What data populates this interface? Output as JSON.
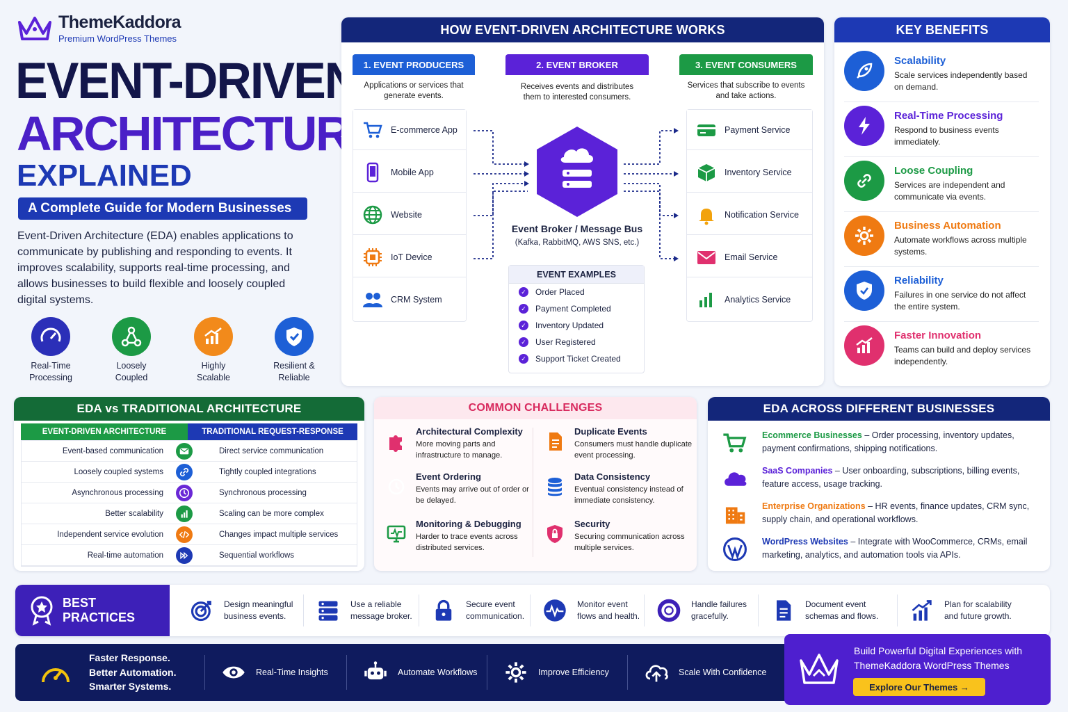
{
  "brand": {
    "name": "ThemeKaddora",
    "tagline": "Premium WordPress Themes"
  },
  "hero": {
    "line1": "EVENT-DRIVEN",
    "line2": "ARCHITECTURE",
    "line3": "EXPLAINED",
    "subtitle": "A Complete Guide for Modern Businesses",
    "intro": "Event-Driven Architecture (EDA) enables applications to communicate by publishing and responding to events. It improves scalability, supports real-time processing, and allows businesses to build flexible and loosely coupled digital systems.",
    "features": [
      {
        "l1": "Real-Time",
        "l2": "Processing",
        "icon": "gauge-icon"
      },
      {
        "l1": "Loosely",
        "l2": "Coupled",
        "icon": "network-icon"
      },
      {
        "l1": "Highly",
        "l2": "Scalable",
        "icon": "growth-chart-icon"
      },
      {
        "l1": "Resilient &",
        "l2": "Reliable",
        "icon": "shield-check-icon"
      }
    ]
  },
  "how": {
    "title": "HOW EVENT-DRIVEN ARCHITECTURE WORKS",
    "producers": {
      "title": "1. EVENT PRODUCERS",
      "desc": "Applications or services that generate events.",
      "items": [
        "E-commerce App",
        "Mobile App",
        "Website",
        "IoT Device",
        "CRM System"
      ]
    },
    "broker": {
      "title": "2. EVENT BROKER",
      "desc": "Receives events and distributes them to interested consumers.",
      "name": "Event Broker / Message Bus",
      "sub": "(Kafka, RabbitMQ, AWS SNS, etc.)",
      "examples_title": "EVENT EXAMPLES",
      "examples": [
        "Order Placed",
        "Payment Completed",
        "Inventory Updated",
        "User Registered",
        "Support Ticket Created"
      ]
    },
    "consumers": {
      "title": "3. EVENT CONSUMERS",
      "desc": "Services that subscribe to events and take actions.",
      "items": [
        "Payment Service",
        "Inventory Service",
        "Notification Service",
        "Email Service",
        "Analytics Service"
      ]
    }
  },
  "benefits": {
    "title": "KEY BENEFITS",
    "items": [
      {
        "title": "Scalability",
        "desc": "Scale services independently based on demand.",
        "color": "#1d5fd6",
        "icon": "rocket-icon"
      },
      {
        "title": "Real-Time Processing",
        "desc": "Respond to business events immediately.",
        "color": "#5b22d8",
        "icon": "lightning-icon"
      },
      {
        "title": "Loose Coupling",
        "desc": "Services are independent and communicate via events.",
        "color": "#1c9a45",
        "icon": "link-icon"
      },
      {
        "title": "Business Automation",
        "desc": "Automate workflows across multiple systems.",
        "color": "#ef7a12",
        "icon": "gear-icon"
      },
      {
        "title": "Reliability",
        "desc": "Failures in one service do not affect the entire system.",
        "color": "#1d5fd6",
        "icon": "shield-icon"
      },
      {
        "title": "Faster Innovation",
        "desc": "Teams can build and deploy services independently.",
        "color": "#e0306e",
        "icon": "chart-up-icon"
      }
    ]
  },
  "compare": {
    "title": "EDA vs TRADITIONAL ARCHITECTURE",
    "left_head": "EVENT-DRIVEN ARCHITECTURE",
    "right_head": "TRADITIONAL REQUEST-RESPONSE",
    "rows": [
      {
        "l": "Event-based communication",
        "r": "Direct service communication",
        "c": "#1c9a45",
        "icon": "mail-icon"
      },
      {
        "l": "Loosely coupled systems",
        "r": "Tightly coupled integrations",
        "c": "#1d5fd6",
        "icon": "link-icon"
      },
      {
        "l": "Asynchronous processing",
        "r": "Synchronous processing",
        "c": "#6a28d6",
        "icon": "clock-icon"
      },
      {
        "l": "Better scalability",
        "r": "Scaling can be more complex",
        "c": "#1c9a45",
        "icon": "bar-chart-icon"
      },
      {
        "l": "Independent service evolution",
        "r": "Changes impact multiple services",
        "c": "#ef7a12",
        "icon": "code-icon"
      },
      {
        "l": "Real-time automation",
        "r": "Sequential workflows",
        "c": "#1d39b4",
        "icon": "fast-forward-icon"
      }
    ]
  },
  "challenges": {
    "title": "COMMON CHALLENGES",
    "items": [
      {
        "title": "Architectural Complexity",
        "desc": "More moving parts and infrastructure to manage.",
        "color": "#e0306e",
        "icon": "puzzle-icon"
      },
      {
        "title": "Duplicate Events",
        "desc": "Consumers must handle duplicate event processing.",
        "color": "#ef7a12",
        "icon": "document-icon"
      },
      {
        "title": "Event Ordering",
        "desc": "Events may arrive out of order or be delayed.",
        "color": "#6a28d6",
        "icon": "clock-icon"
      },
      {
        "title": "Data Consistency",
        "desc": "Eventual consistency instead of immediate consistency.",
        "color": "#1d5fd6",
        "icon": "database-icon"
      },
      {
        "title": "Monitoring & Debugging",
        "desc": "Harder to trace events across distributed services.",
        "color": "#1c9a45",
        "icon": "monitor-icon"
      },
      {
        "title": "Security",
        "desc": "Securing communication across multiple services.",
        "color": "#e0306e",
        "icon": "lock-shield-icon"
      }
    ]
  },
  "across": {
    "title": "EDA ACROSS DIFFERENT BUSINESSES",
    "items": [
      {
        "title": "Ecommerce Businesses",
        "desc": " – Order processing, inventory updates, payment confirmations, shipping notifications.",
        "color": "#1c9a45",
        "icon": "cart-icon"
      },
      {
        "title": "SaaS Companies",
        "desc": " – User onboarding, subscriptions, billing events, feature access, usage tracking.",
        "color": "#5b22d8",
        "icon": "cloud-icon"
      },
      {
        "title": "Enterprise Organizations",
        "desc": " – HR events, finance updates, CRM sync, supply chain, and operational workflows.",
        "color": "#ef7a12",
        "icon": "building-icon"
      },
      {
        "title": "WordPress Websites",
        "desc": " – Integrate with WooCommerce, CRMs, email marketing, analytics, and automation tools via APIs.",
        "color": "#1d39b4",
        "icon": "wordpress-icon"
      }
    ]
  },
  "practices": {
    "title": "BEST PRACTICES",
    "items": [
      {
        "l1": "Design meaningful",
        "l2": "business events.",
        "icon": "target-icon"
      },
      {
        "l1": "Use a reliable",
        "l2": "message broker.",
        "icon": "server-icon"
      },
      {
        "l1": "Secure event",
        "l2": "communication.",
        "icon": "lock-icon"
      },
      {
        "l1": "Monitor event",
        "l2": "flows and health.",
        "icon": "pulse-icon"
      },
      {
        "l1": "Handle failures",
        "l2": "gracefully.",
        "icon": "lifebuoy-icon"
      },
      {
        "l1": "Document event",
        "l2": "schemas and flows.",
        "icon": "document-icon"
      },
      {
        "l1": "Plan for scalability",
        "l2": "and future growth.",
        "icon": "growth-icon"
      }
    ]
  },
  "footer": {
    "tag1": "Faster Response.",
    "tag2": "Better Automation.",
    "tag3": "Smarter Systems.",
    "items": [
      {
        "label": "Real-Time Insights",
        "icon": "eye-icon"
      },
      {
        "label": "Automate Workflows",
        "icon": "robot-icon"
      },
      {
        "label": "Improve Efficiency",
        "icon": "gear-icon"
      },
      {
        "label": "Scale With Confidence",
        "icon": "cloud-upload-icon"
      }
    ],
    "cta_l1": "Build Powerful Digital Experiences with",
    "cta_l2": "ThemeKaddora WordPress Themes",
    "cta_button": "Explore Our Themes →"
  }
}
